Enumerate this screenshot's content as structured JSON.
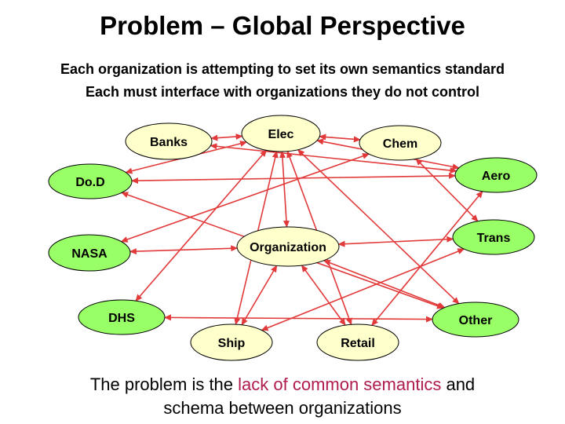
{
  "title": "Problem – Global Perspective",
  "subtitle_lines": [
    "Each organization is attempting to set its own semantics standard",
    "Each must interface with organizations they do not control"
  ],
  "footer": {
    "line1_pre": "The problem is the ",
    "line1_highlight": "lack of common semantics",
    "line1_post": " and",
    "line2": "schema between organizations"
  },
  "colors": {
    "node_fill_light": "#ffffcc",
    "node_fill_green": "#99ff66",
    "edge": "#e23a3a",
    "highlight_text": "#b01c4c"
  },
  "nodes": [
    {
      "id": "banks",
      "label": "Banks",
      "fill": "light"
    },
    {
      "id": "elec",
      "label": "Elec",
      "fill": "light"
    },
    {
      "id": "chem",
      "label": "Chem",
      "fill": "light"
    },
    {
      "id": "dod",
      "label": "Do.D",
      "fill": "green"
    },
    {
      "id": "aero",
      "label": "Aero",
      "fill": "green"
    },
    {
      "id": "org",
      "label": "Organization",
      "fill": "light"
    },
    {
      "id": "trans",
      "label": "Trans",
      "fill": "green"
    },
    {
      "id": "nasa",
      "label": "NASA",
      "fill": "green"
    },
    {
      "id": "dhs",
      "label": "DHS",
      "fill": "green"
    },
    {
      "id": "other",
      "label": "Other",
      "fill": "green"
    },
    {
      "id": "ship",
      "label": "Ship",
      "fill": "light"
    },
    {
      "id": "retail",
      "label": "Retail",
      "fill": "light"
    }
  ],
  "edges": [
    [
      "banks",
      "elec"
    ],
    [
      "elec",
      "chem"
    ],
    [
      "elec",
      "dod"
    ],
    [
      "elec",
      "org"
    ],
    [
      "elec",
      "aero"
    ],
    [
      "elec",
      "dhs"
    ],
    [
      "elec",
      "ship"
    ],
    [
      "elec",
      "other"
    ],
    [
      "elec",
      "retail"
    ],
    [
      "banks",
      "aero"
    ],
    [
      "chem",
      "nasa"
    ],
    [
      "chem",
      "trans"
    ],
    [
      "dod",
      "aero"
    ],
    [
      "dod",
      "other"
    ],
    [
      "aero",
      "retail"
    ],
    [
      "nasa",
      "org"
    ],
    [
      "org",
      "trans"
    ],
    [
      "org",
      "ship"
    ],
    [
      "org",
      "retail"
    ],
    [
      "org",
      "other"
    ],
    [
      "trans",
      "ship"
    ],
    [
      "dhs",
      "other"
    ]
  ]
}
